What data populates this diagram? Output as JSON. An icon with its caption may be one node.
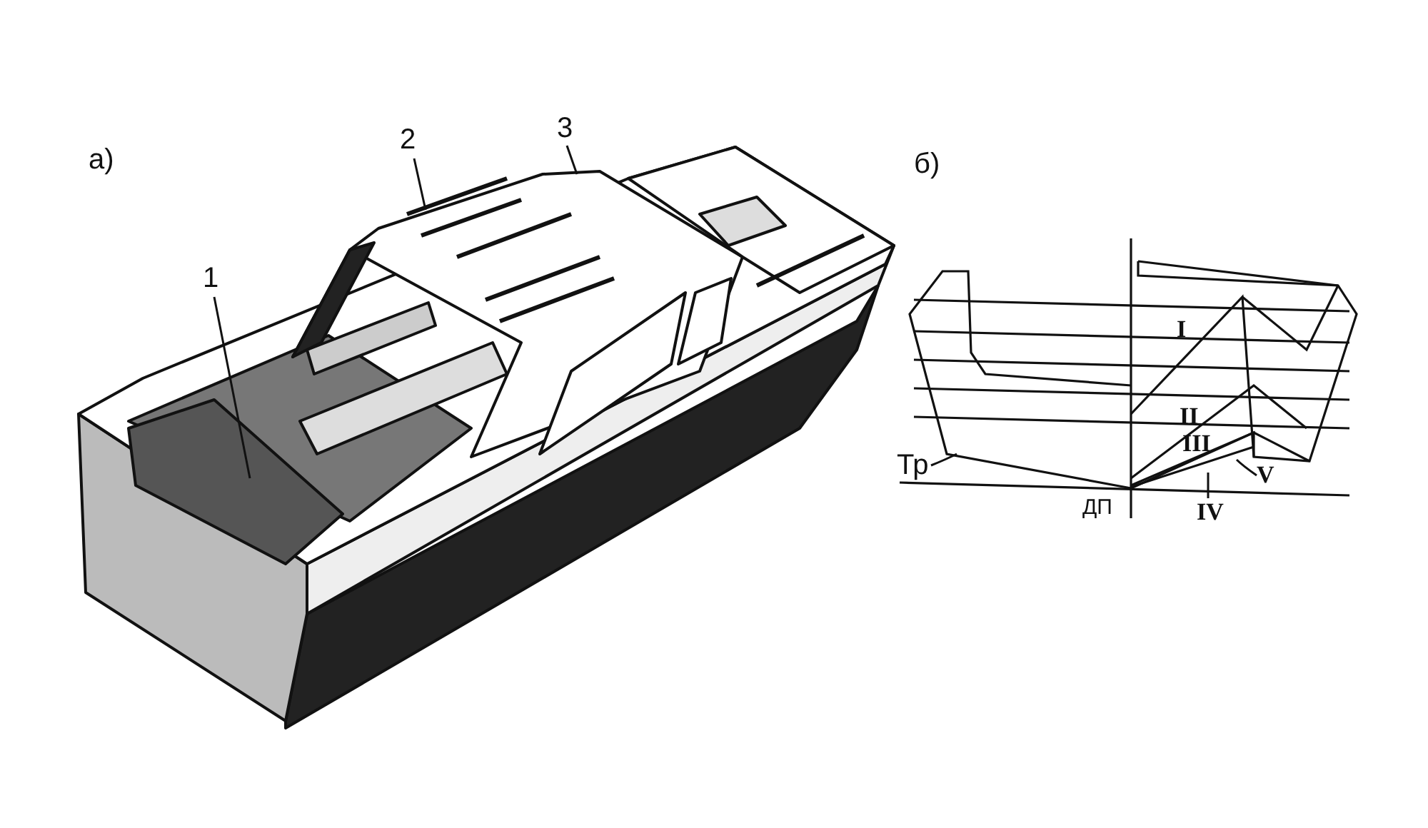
{
  "diagram": {
    "nodes": [
      {
        "text": [
          "1"
        ]
      },
      {
        "text": [
          "2"
        ]
      },
      {
        "text": [
          "3"
        ]
      },
      {
        "text": [
          "Тр"
        ]
      },
      {
        "text": [
          "IV"
        ]
      },
      {
        "text": [
          "V"
        ]
      }
    ],
    "edges": [
      {
        "from": 0,
        "to": null,
        "arrow": "none"
      },
      {
        "from": 1,
        "to": null,
        "arrow": "none"
      },
      {
        "from": 2,
        "to": null,
        "arrow": "none"
      },
      {
        "from": 3,
        "to": null,
        "arrow": "none"
      },
      {
        "from": 4,
        "to": null,
        "arrow": "none"
      },
      {
        "from": 5,
        "to": null,
        "arrow": "none"
      }
    ],
    "labels": [
      "а)",
      "б)",
      "I",
      "II",
      "III",
      "ДП"
    ]
  }
}
